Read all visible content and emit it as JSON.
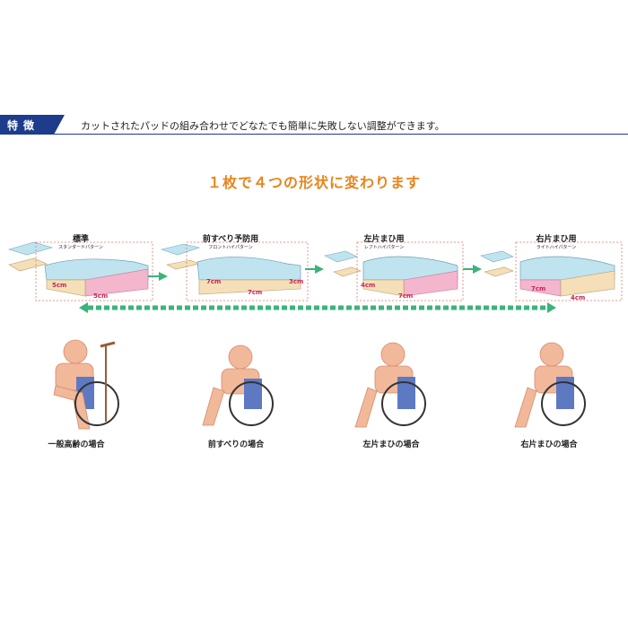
{
  "header": {
    "title": "特徴",
    "description": "カットされたパッドの組み合わせでどなたでも簡単に失敗しない調整ができます。"
  },
  "headline": "１枚で４つの形状に変わります",
  "patterns": [
    {
      "name": "標準",
      "sub": "スタンダードパターン",
      "dims": [
        "5cm",
        "5cm"
      ]
    },
    {
      "name": "前すべり予防用",
      "sub": "フロントハイパターン",
      "dims": [
        "7cm",
        "7cm",
        "3cm"
      ]
    },
    {
      "name": "左片まひ用",
      "sub": "レフトハイパターン",
      "dims": [
        "4cm",
        "7cm"
      ]
    },
    {
      "name": "右片まひ用",
      "sub": "ライトハイパターン",
      "dims": [
        "7cm",
        "4cm"
      ]
    }
  ],
  "captions": [
    "一般高齢の場合",
    "前すべりの場合",
    "左片まひの場合",
    "右片まひの場合"
  ],
  "colors": {
    "header_blue": "#1d3c8c",
    "headline_orange": "#e8841a",
    "cushion_blue": "#bfe4ef",
    "cushion_pink": "#f3b6cc",
    "cushion_base": "#f5dfb8",
    "arrow_green": "#3bb37a",
    "figure_skin": "#f2b89a",
    "seat_blue": "#5d79c2"
  }
}
